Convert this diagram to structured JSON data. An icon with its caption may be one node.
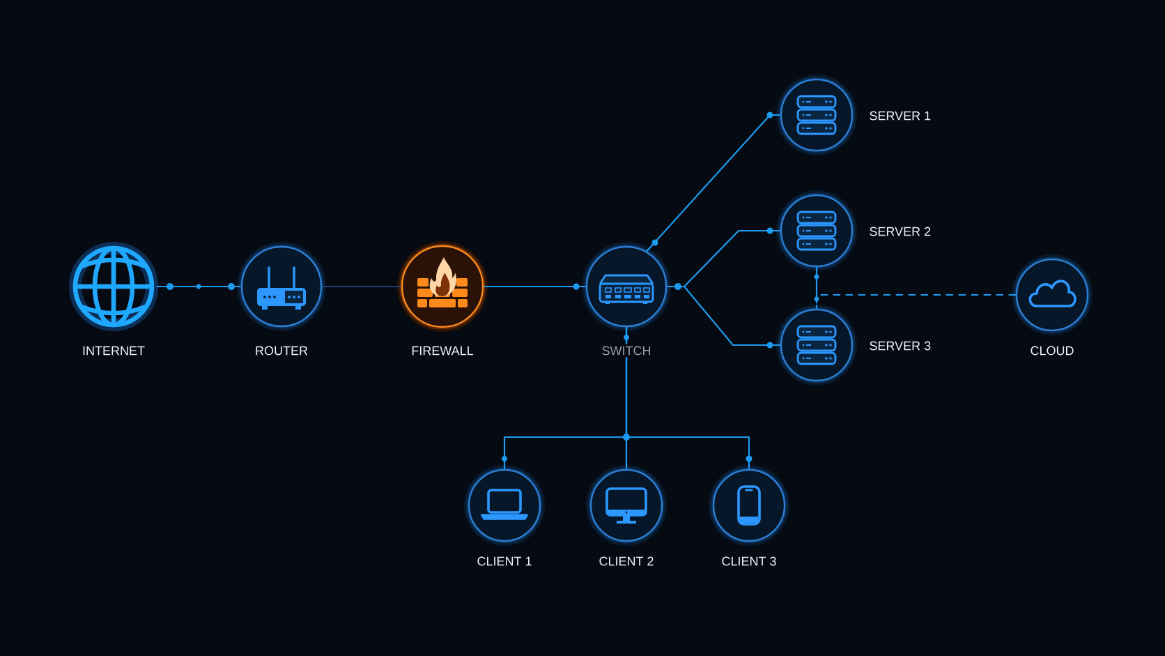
{
  "diagram": {
    "nodes": [
      {
        "text": [
          "INTERNET"
        ]
      },
      {
        "text": [
          "ROUTER"
        ]
      },
      {
        "text": [
          "FIREWALL"
        ]
      },
      {
        "text": [
          "SWITCH"
        ]
      },
      {
        "text": [
          "SERVER 1"
        ]
      },
      {
        "text": [
          "SERVER 2"
        ]
      },
      {
        "text": [
          "SERVER 3"
        ]
      },
      {
        "text": [
          "CLOUD"
        ]
      },
      {
        "text": [
          "CLIENT 1"
        ]
      },
      {
        "text": [
          "CLIENT 2"
        ]
      },
      {
        "text": [
          "CLIENT 3"
        ]
      }
    ],
    "edges": [
      {
        "from": 0,
        "to": 1,
        "arrow": "none"
      },
      {
        "from": 1,
        "to": 2,
        "arrow": "none",
        "color": "#1d4470"
      },
      {
        "from": 2,
        "to": 3,
        "arrow": "none"
      },
      {
        "from": 3,
        "to": 4,
        "arrow": "none"
      },
      {
        "from": 3,
        "to": 5,
        "arrow": "none"
      },
      {
        "from": 3,
        "to": 6,
        "arrow": "none"
      },
      {
        "from": 3,
        "to": 8,
        "arrow": "none"
      },
      {
        "from": 3,
        "to": 9,
        "arrow": "none"
      },
      {
        "from": 3,
        "to": 10,
        "arrow": "none"
      },
      {
        "from": 5,
        "to": 6,
        "arrow": "none",
        "style": "dashed"
      },
      {
        "from": 7,
        "to": 5,
        "arrow": "none",
        "style": "dashed"
      },
      {
        "from": 7,
        "to": 6,
        "arrow": "none",
        "style": "dashed"
      }
    ]
  }
}
